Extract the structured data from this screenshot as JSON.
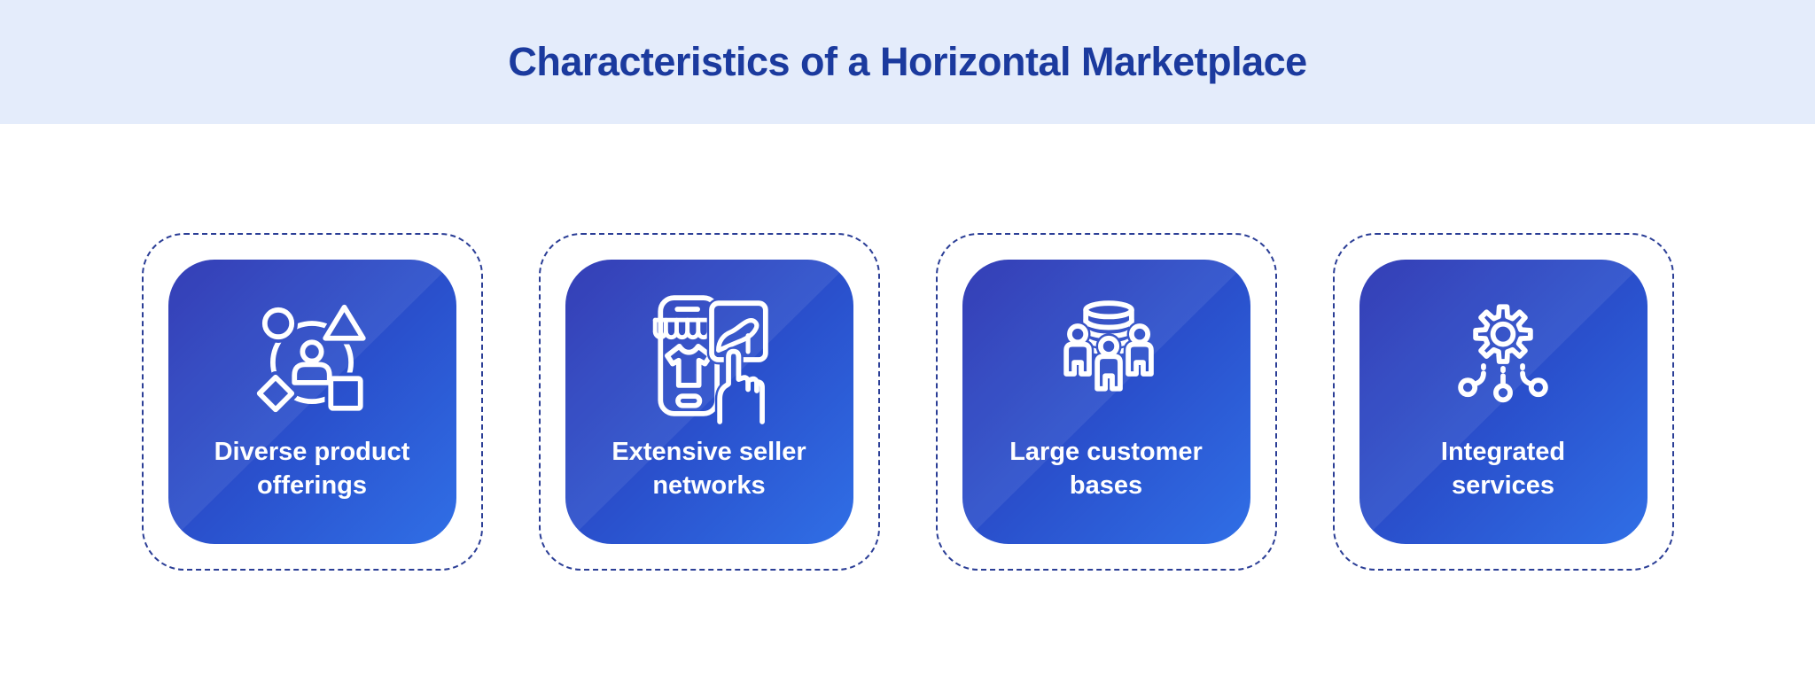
{
  "header": {
    "title": "Characteristics of a Horizontal Marketplace"
  },
  "colors": {
    "header_bg": "#e4ecfb",
    "title": "#1b3a9e",
    "dashed_border": "#2b3e96",
    "card_grad_start": "#232eb0",
    "card_grad_end": "#306fe6",
    "card_text": "#ffffff",
    "icon_stroke": "#ffffff",
    "page_bg": "#ffffff"
  },
  "cards": [
    {
      "icon": "diverse-products-cycle-icon",
      "label_line1": "Diverse product",
      "label_line2": "offerings"
    },
    {
      "icon": "mobile-storefront-icon",
      "label_line1": "Extensive seller",
      "label_line2": "networks"
    },
    {
      "icon": "customer-database-icon",
      "label_line1": "Large customer",
      "label_line2": "bases"
    },
    {
      "icon": "gear-integration-icon",
      "label_line1": "Integrated",
      "label_line2": "services"
    }
  ]
}
